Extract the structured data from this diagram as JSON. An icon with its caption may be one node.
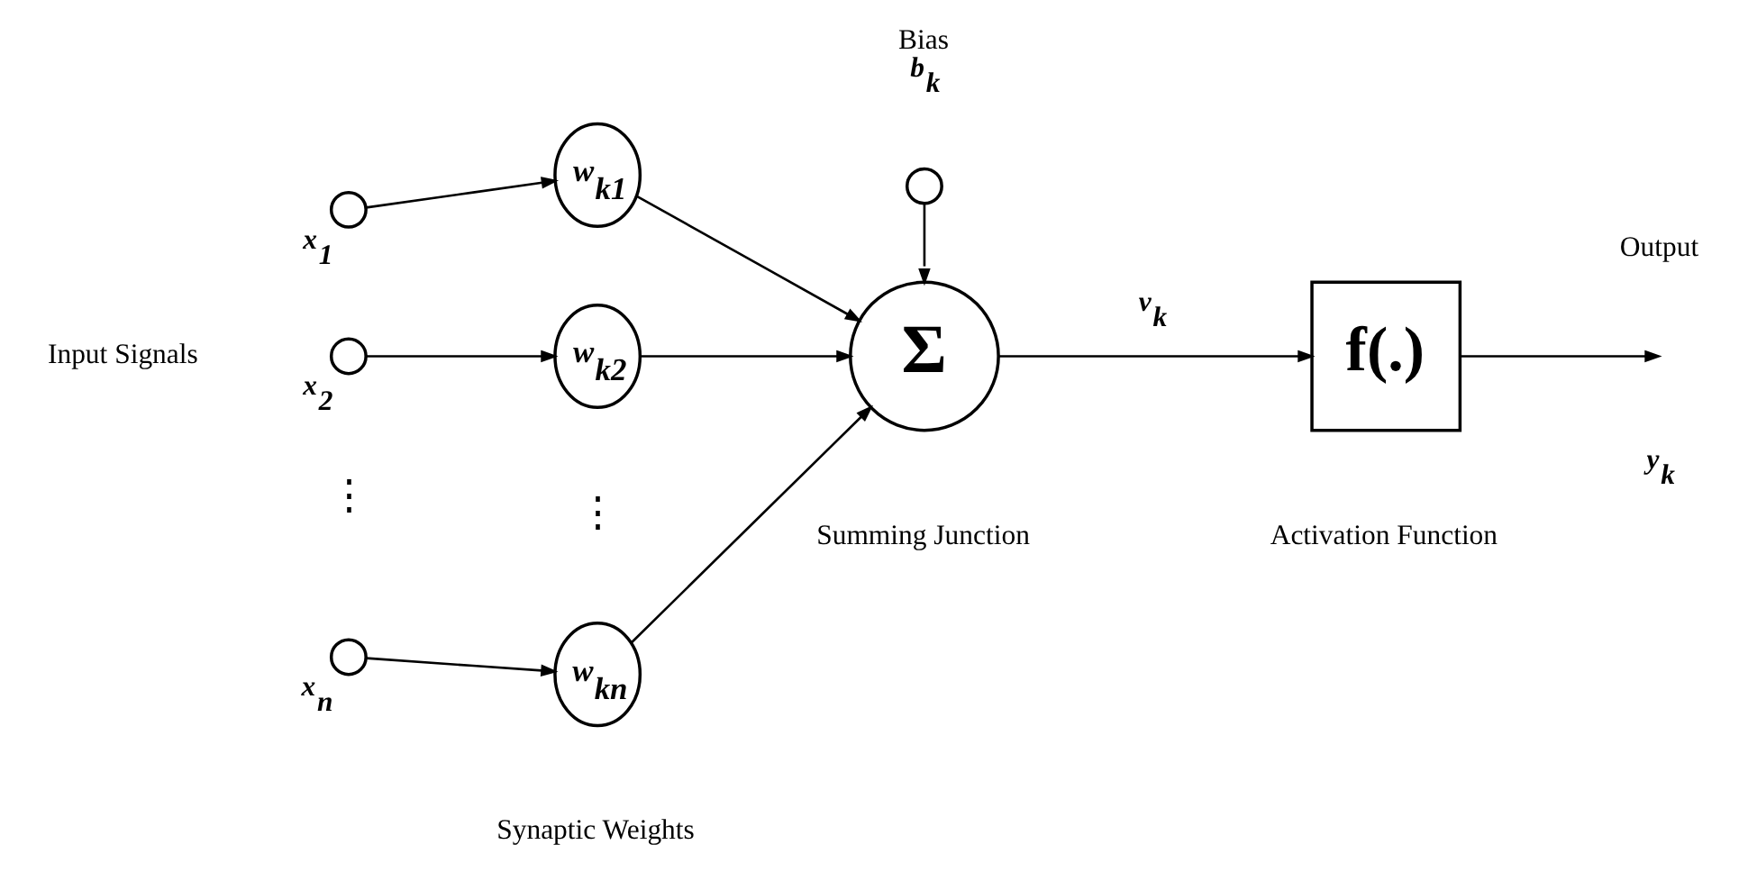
{
  "diagram": {
    "nodes": [
      {
        "text": [],
        "shape": "circle",
        "beside": [
          "x$_{1}$"
        ]
      },
      {
        "text": [],
        "shape": "circle",
        "beside": [
          "x$_{2}$"
        ]
      },
      {
        "text": [],
        "shape": "circle",
        "beside": [
          "x$_{n}$"
        ]
      },
      {
        "text": [
          "w$_{k1}$"
        ]
      },
      {
        "text": [
          "w$_{k2}$"
        ]
      },
      {
        "text": [
          "w$_{kn}$"
        ]
      },
      {
        "text": [],
        "shape": "circle",
        "beside": [
          "Bias",
          "b$_{k}$"
        ]
      },
      {
        "text": [
          "Σ"
        ],
        "beside": [
          "Summing Junction"
        ]
      },
      {
        "text": [
          "f(.)"
        ],
        "beside": [
          "Activation Function"
        ]
      }
    ],
    "edges": [
      {
        "from": 0,
        "to": 3,
        "arrow": "to"
      },
      {
        "from": 1,
        "to": 4,
        "arrow": "to"
      },
      {
        "from": 2,
        "to": 5,
        "arrow": "to"
      },
      {
        "from": 3,
        "to": 7,
        "arrow": "to"
      },
      {
        "from": 4,
        "to": 7,
        "arrow": "to"
      },
      {
        "from": 5,
        "to": 7,
        "arrow": "to"
      },
      {
        "from": 6,
        "to": 7,
        "arrow": "to"
      },
      {
        "from": 7,
        "to": 8,
        "label": "v$_{k}$",
        "arrow": "to"
      },
      {
        "from": 8,
        "to": null,
        "arrow": "to"
      }
    ],
    "labels": [
      "Input Signals",
      "⋮",
      "⋮",
      "Synaptic Weights",
      "Output",
      "y$_{k}$"
    ]
  }
}
